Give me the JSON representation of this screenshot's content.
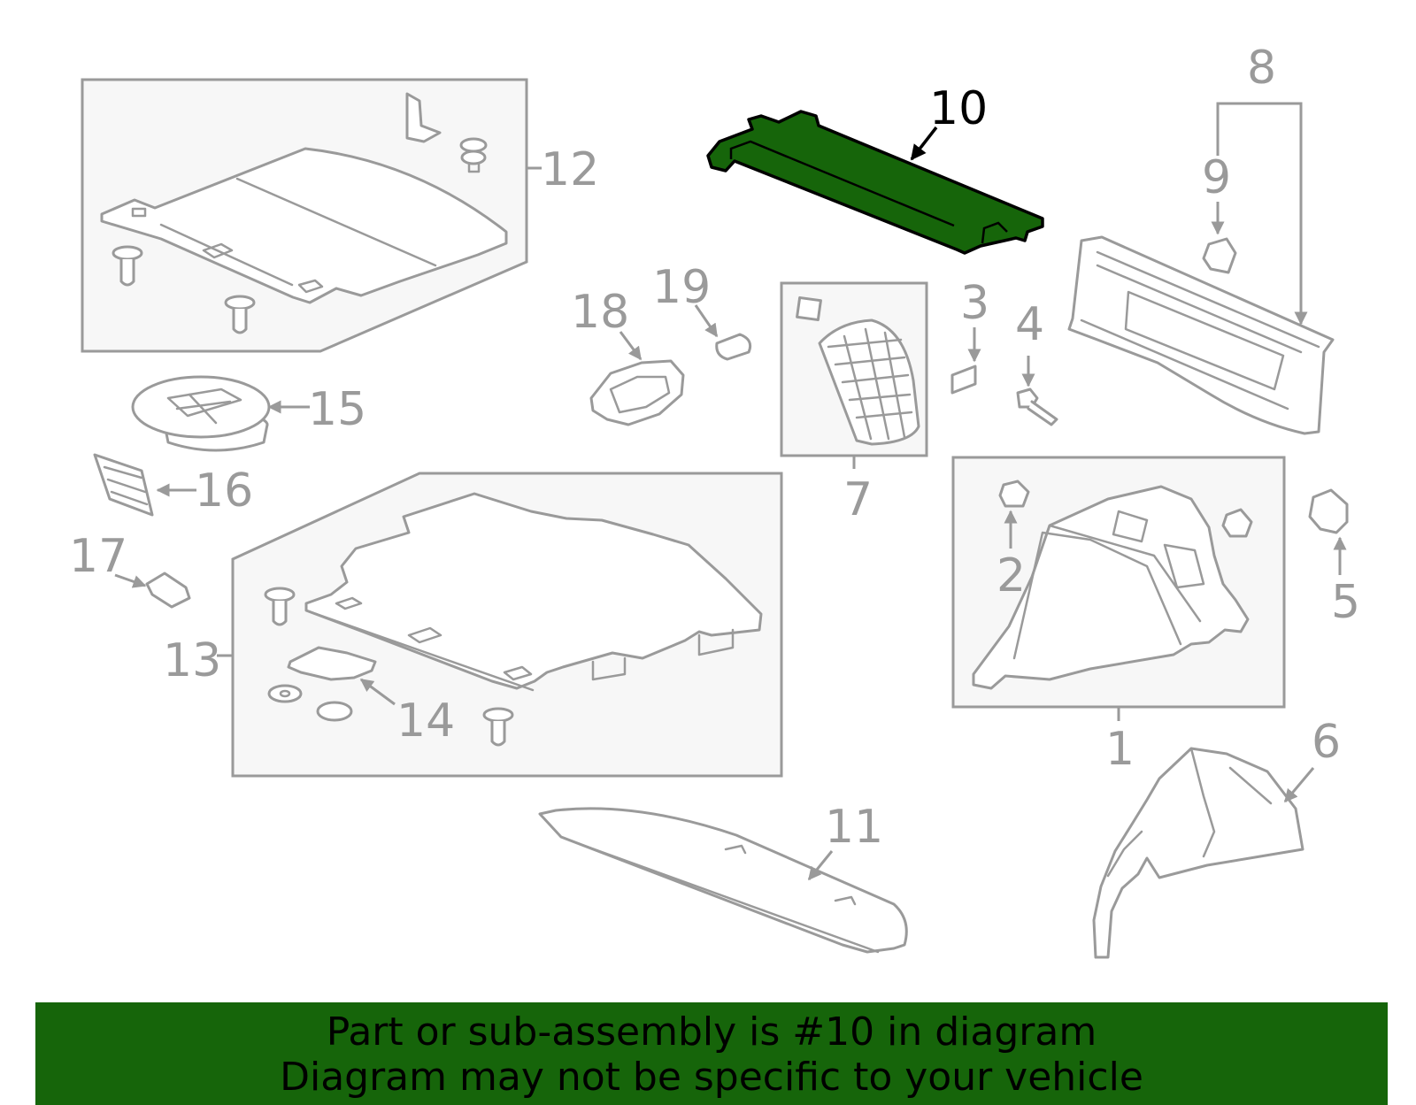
{
  "callouts": {
    "c1": "1",
    "c2": "2",
    "c3": "3",
    "c4": "4",
    "c5": "5",
    "c6": "6",
    "c7": "7",
    "c8": "8",
    "c9": "9",
    "c10": "10",
    "c11": "11",
    "c12": "12",
    "c13": "13",
    "c14": "14",
    "c15": "15",
    "c16": "16",
    "c17": "17",
    "c18": "18",
    "c19": "19"
  },
  "highlighted_part": "10",
  "banner": {
    "line1": "Part or sub-assembly is #10 in diagram",
    "line2": "Diagram may not be specific to your vehicle"
  },
  "colors": {
    "highlight": "#16650a",
    "line": "#9a9a9a",
    "box_fill": "#f7f7f7"
  }
}
